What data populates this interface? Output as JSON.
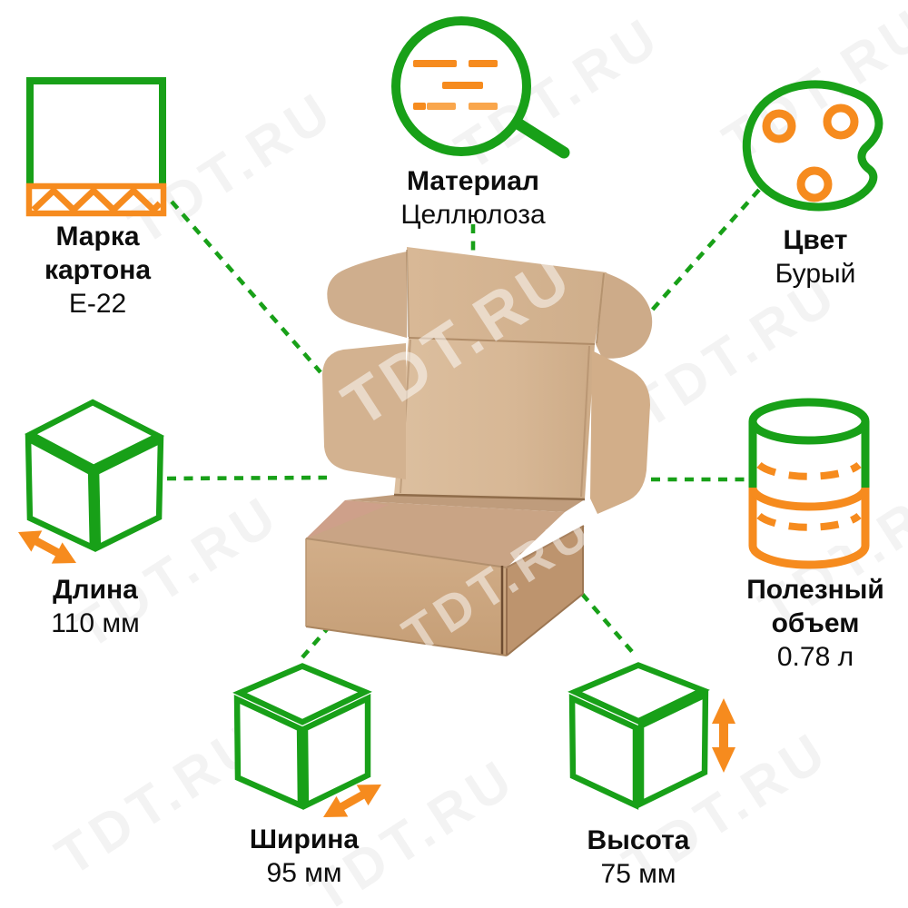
{
  "watermark_text": "TDT.RU",
  "colors": {
    "accent_green": "#18a018",
    "accent_orange": "#f68b1e",
    "accent_orange_light": "#f9a64c",
    "cardboard": "#d7b795",
    "text": "#0d0d0d"
  },
  "features": {
    "grade": {
      "icon": "cardboard-grade-icon",
      "label_line1": "Марка",
      "label_line2": "картона",
      "value": "Е-22"
    },
    "material": {
      "icon": "magnifier-icon",
      "label": "Материал",
      "value": "Целлюлоза"
    },
    "color": {
      "icon": "palette-icon",
      "label": "Цвет",
      "value": "Бурый"
    },
    "length": {
      "icon": "cube-length-arrow-icon",
      "label": "Длина",
      "value": "110 мм"
    },
    "volume": {
      "icon": "cylinder-volume-icon",
      "label_line1": "Полезный",
      "label_line2": "объем",
      "value": "0.78 л"
    },
    "width": {
      "icon": "cube-width-arrow-icon",
      "label": "Ширина",
      "value": "95 мм"
    },
    "height": {
      "icon": "cube-height-arrow-icon",
      "label": "Высота",
      "value": "75 мм"
    }
  }
}
